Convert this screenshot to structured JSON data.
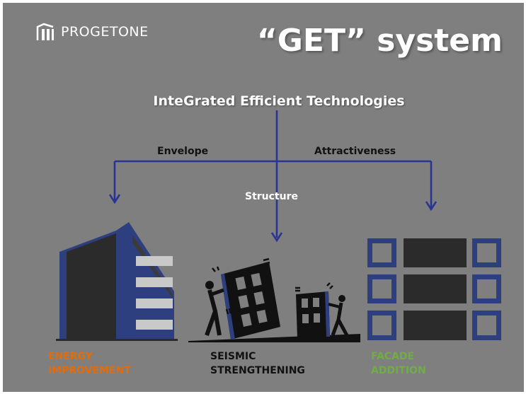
{
  "logo": {
    "text": "PROGETONE",
    "icon": "building-frame-icon"
  },
  "title": "“GET” system",
  "subtitle": "InteGrated Efficient Technologies",
  "branches": {
    "envelope": "Envelope",
    "attractiveness": "Attractiveness",
    "structure": "Structure"
  },
  "captions": {
    "energy": {
      "line1": "ENERGY",
      "line2": "IMPROVEMENT",
      "color": "#e36c09"
    },
    "seismic": {
      "line1": "SEISMIC",
      "line2": "STRENGTHENING",
      "color": "#111111"
    },
    "facade": {
      "line1": "FACADE",
      "line2": "ADDITION",
      "color": "#70ad47"
    }
  },
  "colors": {
    "background": "#7f7f7f",
    "arrow": "#283593",
    "building_dark": "#2b2b2b",
    "building_blue": "#2e3f7f"
  }
}
